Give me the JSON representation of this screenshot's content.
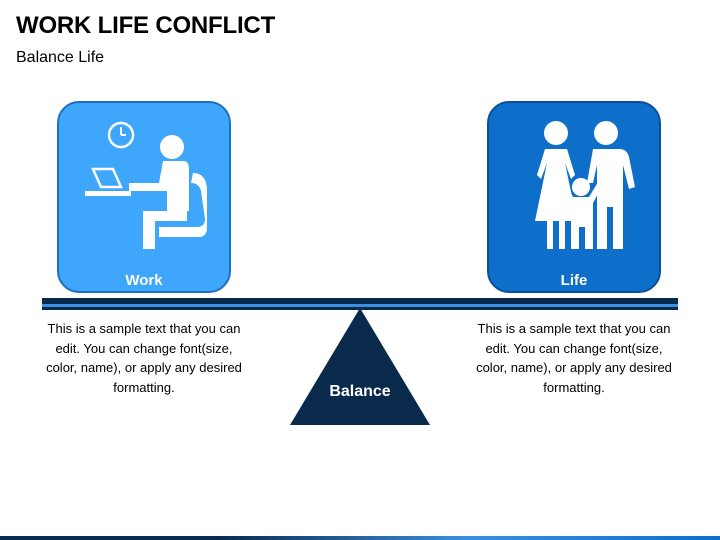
{
  "slide": {
    "title": "WORK LIFE CONFLICT",
    "subtitle": "Balance Life"
  },
  "cards": {
    "work": {
      "label": "Work",
      "icon": "person-at-desk-icon",
      "color": "#3ea7fb"
    },
    "life": {
      "label": "Life",
      "icon": "family-icon",
      "color": "#0d6fca"
    }
  },
  "fulcrum": {
    "label": "Balance",
    "color": "#0a2a4c"
  },
  "texts": {
    "left": "This is a sample text that you can edit. You can change font(size, color, name), or apply any desired formatting.",
    "right": "This is a sample text that you can edit. You can change font(size, color, name), or apply any desired formatting."
  },
  "colors": {
    "dark_navy": "#0a2a4c",
    "accent_blue": "#3a8fe0"
  }
}
